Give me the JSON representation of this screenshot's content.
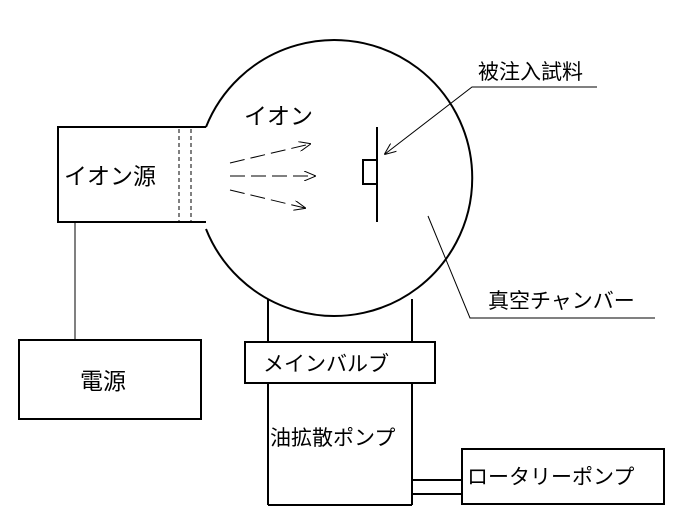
{
  "labels": {
    "ion_source": "イオン源",
    "power_supply": "電源",
    "ion": "イオン",
    "sample": "被注入試料",
    "vacuum_chamber": "真空チャンバー",
    "main_valve": "メインバルブ",
    "diffusion_pump": "油拡散ポンプ",
    "rotary_pump": "ロータリーポンプ"
  },
  "colors": {
    "stroke": "#000000",
    "background": "#ffffff"
  }
}
